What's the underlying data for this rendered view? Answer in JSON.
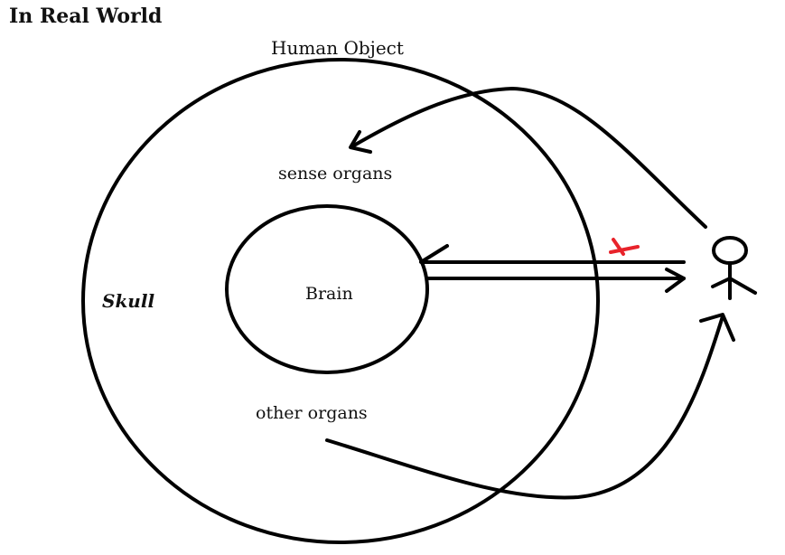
{
  "title": "In Real World",
  "labels": {
    "outer": "Human Object",
    "sense_organs": "sense organs",
    "brain": "Brain",
    "skull": "Skull",
    "other_organs": "other organs"
  },
  "colors": {
    "stroke": "#000000",
    "blocked_mark": "#e8232b",
    "background": "#ffffff"
  },
  "icons": {
    "person": "stick-figure-icon",
    "blocked": "red-x-icon"
  }
}
